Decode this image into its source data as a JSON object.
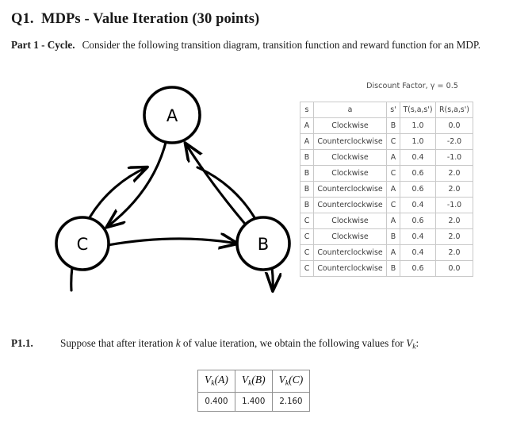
{
  "question": {
    "title": "Q1.  MDPs - Value Iteration (30 points)",
    "part_label": "Part 1 - Cycle.",
    "part_text": "Consider the following transition diagram, transition function and reward function for an MDP."
  },
  "diagram": {
    "nodes": [
      {
        "id": "A",
        "label": "A"
      },
      {
        "id": "B",
        "label": "B"
      },
      {
        "id": "C",
        "label": "C"
      }
    ],
    "edges": [
      {
        "from": "A",
        "to": "B",
        "style": "outer-arc"
      },
      {
        "from": "B",
        "to": "C",
        "style": "outer-arc"
      },
      {
        "from": "C",
        "to": "A",
        "style": "outer-arc"
      },
      {
        "from": "A",
        "to": "C",
        "style": "inner-chord"
      },
      {
        "from": "C",
        "to": "B",
        "style": "inner-chord"
      },
      {
        "from": "B",
        "to": "A",
        "style": "inner-chord"
      }
    ]
  },
  "discount": {
    "text": "Discount Factor, γ = 0.5",
    "prefix": "Discount Factor, ",
    "symbol": "γ",
    "value": "= 0.5"
  },
  "transition_table": {
    "headers": [
      "s",
      "a",
      "s'",
      "T(s,a,s')",
      "R(s,a,s')"
    ],
    "rows": [
      [
        "A",
        "Clockwise",
        "B",
        "1.0",
        "0.0"
      ],
      [
        "A",
        "Counterclockwise",
        "C",
        "1.0",
        "-2.0"
      ],
      [
        "B",
        "Clockwise",
        "A",
        "0.4",
        "-1.0"
      ],
      [
        "B",
        "Clockwise",
        "C",
        "0.6",
        "2.0"
      ],
      [
        "B",
        "Counterclockwise",
        "A",
        "0.6",
        "2.0"
      ],
      [
        "B",
        "Counterclockwise",
        "C",
        "0.4",
        "-1.0"
      ],
      [
        "C",
        "Clockwise",
        "A",
        "0.6",
        "2.0"
      ],
      [
        "C",
        "Clockwise",
        "B",
        "0.4",
        "2.0"
      ],
      [
        "C",
        "Counterclockwise",
        "A",
        "0.4",
        "2.0"
      ],
      [
        "C",
        "Counterclockwise",
        "B",
        "0.6",
        "0.0"
      ]
    ]
  },
  "p11": {
    "label": "P1.1.",
    "text_1": "Suppose that after iteration ",
    "italic_k": "k",
    "text_2": " of value iteration, we obtain the following values for ",
    "vk": "V",
    "vk_sub": "k",
    "text_3": ":"
  },
  "values_table": {
    "headers": [
      {
        "v": "V",
        "sub": "k",
        "arg": "(A)"
      },
      {
        "v": "V",
        "sub": "k",
        "arg": "(B)"
      },
      {
        "v": "V",
        "sub": "k",
        "arg": "(C)"
      }
    ],
    "values": [
      "0.400",
      "1.400",
      "2.160"
    ]
  },
  "chart_data": {
    "type": "table",
    "title": "MDP transition and reward function",
    "columns": [
      "s",
      "a",
      "s'",
      "T(s,a,s')",
      "R(s,a,s')"
    ],
    "rows": [
      [
        "A",
        "Clockwise",
        "B",
        1.0,
        0.0
      ],
      [
        "A",
        "Counterclockwise",
        "C",
        1.0,
        -2.0
      ],
      [
        "B",
        "Clockwise",
        "A",
        0.4,
        -1.0
      ],
      [
        "B",
        "Clockwise",
        "C",
        0.6,
        2.0
      ],
      [
        "B",
        "Counterclockwise",
        "A",
        0.6,
        2.0
      ],
      [
        "B",
        "Counterclockwise",
        "C",
        0.4,
        -1.0
      ],
      [
        "C",
        "Clockwise",
        "A",
        0.6,
        2.0
      ],
      [
        "C",
        "Clockwise",
        "B",
        0.4,
        2.0
      ],
      [
        "C",
        "Counterclockwise",
        "A",
        0.4,
        2.0
      ],
      [
        "C",
        "Counterclockwise",
        "B",
        0.6,
        0.0
      ]
    ],
    "gamma": 0.5,
    "values_k": {
      "A": 0.4,
      "B": 1.4,
      "C": 2.16
    }
  }
}
